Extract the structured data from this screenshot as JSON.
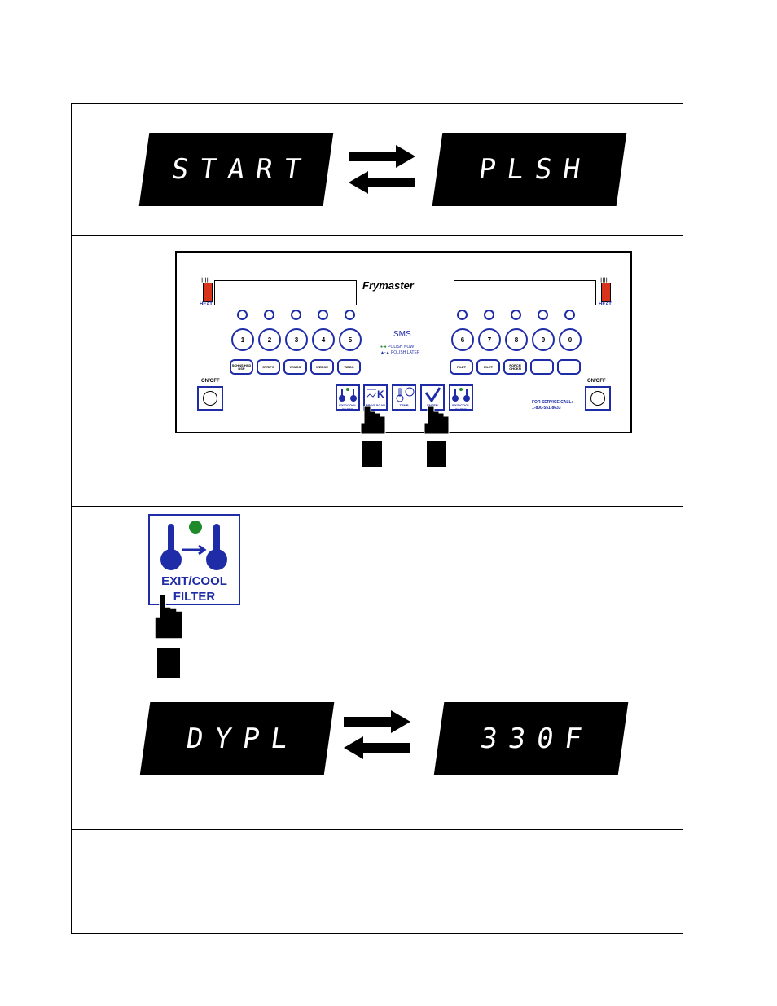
{
  "row1": {
    "display_left": "START",
    "display_right": "PLSH"
  },
  "row2": {
    "panel": {
      "brand": "Frymaster",
      "heat_label": "HEAT",
      "sms_label": "SMS",
      "polish_now": "POLISH NOW",
      "polish_later": "POLISH LATER",
      "onoff_label": "ON/OFF",
      "number_buttons_left": [
        "1",
        "2",
        "3",
        "4",
        "5"
      ],
      "number_buttons_right": [
        "6",
        "7",
        "8",
        "9",
        "0"
      ],
      "product_buttons_left": [
        "SCHNS HSD DSP",
        "STRIPS",
        "WINGS",
        "WEDGE",
        "WEDS"
      ],
      "product_buttons_right": [
        "FILET",
        "FILET",
        "POPCN CHCKN",
        "",
        ""
      ],
      "function_buttons": [
        "EXIT/COOL FILTER",
        "PROG SCAN",
        "TEMP",
        "ENTER",
        "EXIT/COOL FILTER"
      ],
      "service_line1": "FOR SERVICE CALL:",
      "service_line2": "1-800-551-8633"
    }
  },
  "row3": {
    "icon_label_line1": "EXIT/COOL",
    "icon_label_line2": "FILTER",
    "indicator_color": "#1e8a2a"
  },
  "row4": {
    "display_left": "DYPL",
    "display_right": "330F"
  },
  "colors": {
    "panel_blue": "#1f2ca8",
    "heat_red": "#d8341c"
  }
}
